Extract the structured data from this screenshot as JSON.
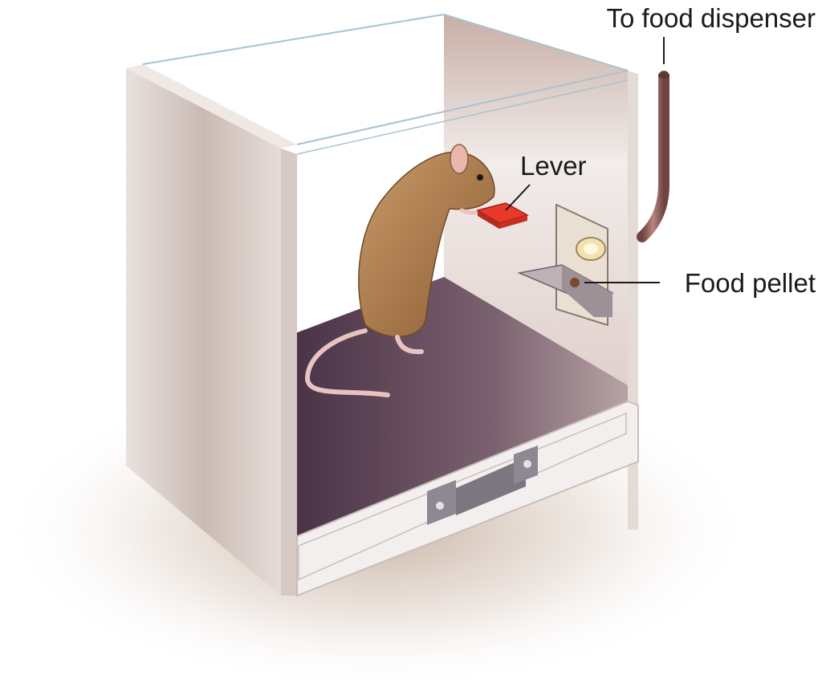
{
  "labels": {
    "food_dispenser": "To food dispenser",
    "lever": "Lever",
    "food_pellet": "Food pellet"
  },
  "colors": {
    "lever": "#e8392b",
    "floor_dark": "#4a3347",
    "floor_light": "#b7a3a4",
    "tube": "#8a5a55",
    "panel": "#e8dedb",
    "rat_fur": "#b98a5a"
  }
}
